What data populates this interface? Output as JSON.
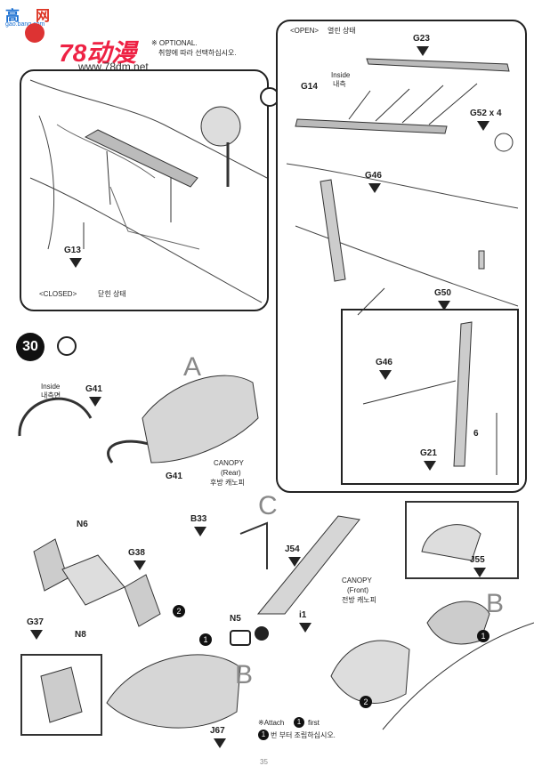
{
  "watermark": {
    "site_cn_1": "高",
    "site_cn_2": "网",
    "brand": "78动漫",
    "url": "www.78dm.net",
    "small_url": "gao.bang.com"
  },
  "step_top": {
    "optional_en": "※ OPTIONAL.",
    "optional_ko": "취향에 따라 선택하십시오.",
    "closed_label": "<CLOSED>",
    "closed_ko": "닫힌 상태",
    "open_label": "<OPEN>",
    "open_ko": "열린 상태",
    "parts": {
      "g13": "G13",
      "g14": "G14",
      "g23": "G23",
      "g52": "G52 x 4",
      "g46": "G46",
      "g50": "G50",
      "g46b": "G46",
      "g21": "G21",
      "g21_qty": "6"
    },
    "inside_en": "Inside",
    "inside_ko": "내측"
  },
  "step30": {
    "number": "30",
    "letter_a": "A",
    "letter_b": "B",
    "letter_c": "C",
    "letter_b2": "B",
    "inside_en": "Inside",
    "inside_ko": "내측면",
    "g41a": "G41",
    "g41b": "G41",
    "canopy_rear_en_1": "CANOPY",
    "canopy_rear_en_2": "(Rear)",
    "canopy_rear_ko": "후방 캐노피",
    "canopy_front_en_1": "CANOPY",
    "canopy_front_en_2": "(Front)",
    "canopy_front_ko": "전방 캐노피",
    "n6": "N6",
    "n8": "N8",
    "n5": "N5",
    "g37": "G37",
    "g38": "G38",
    "b33": "B33",
    "j54": "J54",
    "i1": "i1",
    "j55": "J55",
    "j67": "J67",
    "attach_en": "※Attach",
    "attach_first": "first",
    "attach_ko": "번 부터 조립하십시오.",
    "num1": "1",
    "num2": "2"
  },
  "page_number": "35"
}
